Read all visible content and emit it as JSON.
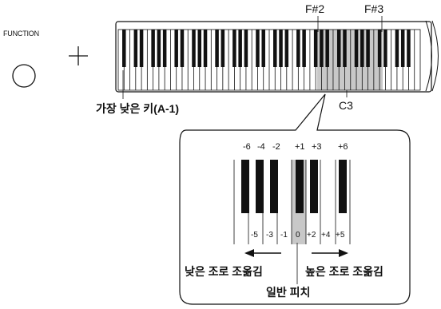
{
  "labels": {
    "function": "FUNCTION",
    "lowest_key": "가장 낮은 키(A-1)",
    "c3": "C3",
    "f_sharp_2": "F#2",
    "f_sharp_3": "F#3",
    "lower_transpose": "낮은 조로 조옮김",
    "higher_transpose": "높은 조로 조옮김",
    "normal_pitch": "일반 피치"
  },
  "black_key_values": [
    "-6",
    "-4",
    "-2",
    "+1",
    "+3",
    "+6"
  ],
  "white_key_values": [
    "-5",
    "-3",
    "-1",
    "0",
    "+2",
    "+4",
    "+5"
  ],
  "icons": [
    "circle-button-icon",
    "plus-icon",
    "left-arrow-icon",
    "right-arrow-icon"
  ],
  "colors": {
    "highlight": "#c8c8c8",
    "key_black": "#111111",
    "key_white": "#ffffff"
  }
}
